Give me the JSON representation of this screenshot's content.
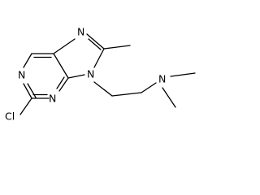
{
  "atoms": {
    "n_pyrimidine_top": "N",
    "n_pyrimidine_bottom": "N",
    "n_imidazole_top": "N",
    "n_imidazole_ring": "N",
    "n_amine": "N",
    "chlorine": "Cl"
  }
}
